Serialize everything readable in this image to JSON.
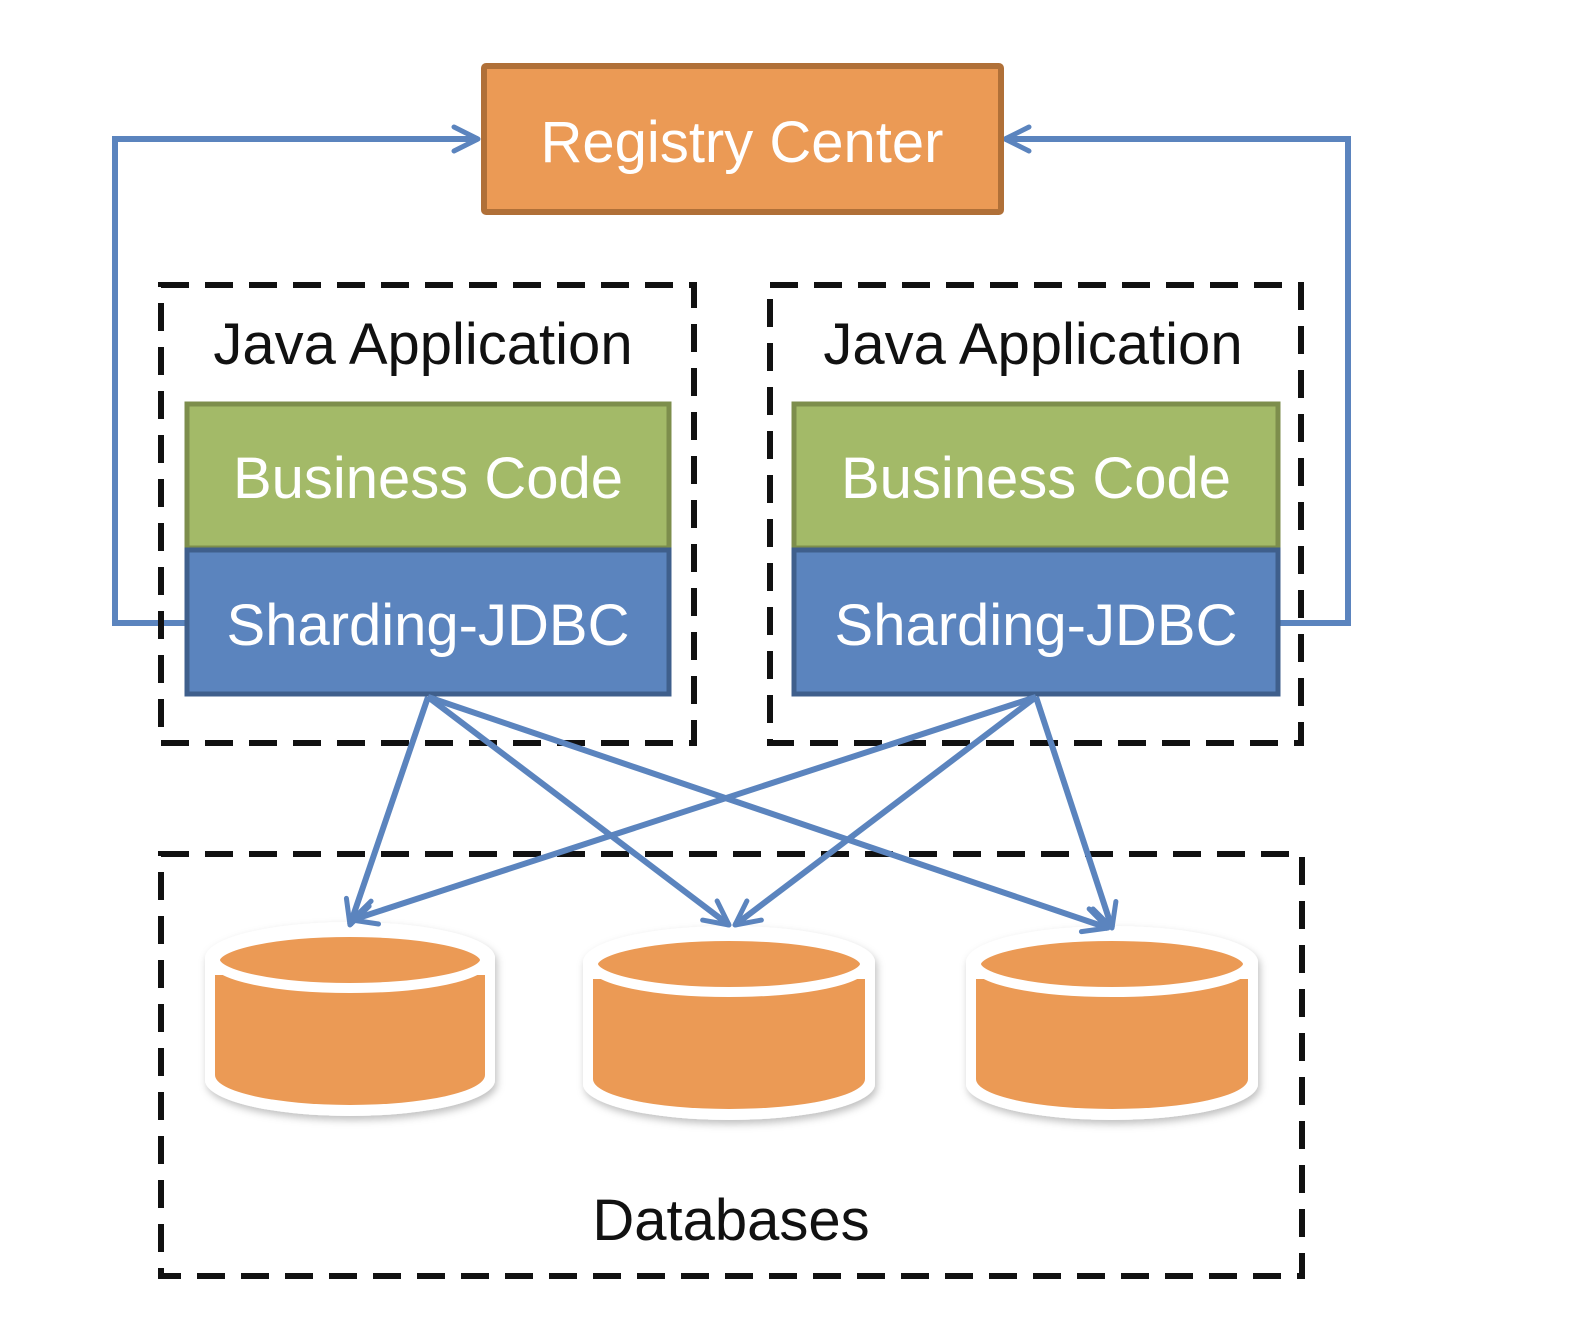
{
  "registry": {
    "label": "Registry Center",
    "fill": "#EB9A55",
    "stroke": "#B07038"
  },
  "applications": [
    {
      "title": "Java Application",
      "business_code": "Business Code",
      "sharding": "Sharding-JDBC"
    },
    {
      "title": "Java Application",
      "business_code": "Business Code",
      "sharding": "Sharding-JDBC"
    }
  ],
  "databases": {
    "label": "Databases",
    "count": 3,
    "fill": "#EB9A55"
  },
  "colors": {
    "business_fill": "#A3BA68",
    "business_stroke": "#7D8E4C",
    "sharding_fill": "#5B84BE",
    "sharding_stroke": "#3F5F8C",
    "connector": "#5B84BE",
    "dashed": "#111111"
  },
  "connections": [
    {
      "from": "app-0-sharding",
      "to": "registry"
    },
    {
      "from": "app-1-sharding",
      "to": "registry"
    },
    {
      "from": "app-0-sharding",
      "to": "db-0"
    },
    {
      "from": "app-0-sharding",
      "to": "db-1"
    },
    {
      "from": "app-0-sharding",
      "to": "db-2"
    },
    {
      "from": "app-1-sharding",
      "to": "db-0"
    },
    {
      "from": "app-1-sharding",
      "to": "db-1"
    },
    {
      "from": "app-1-sharding",
      "to": "db-2"
    }
  ]
}
